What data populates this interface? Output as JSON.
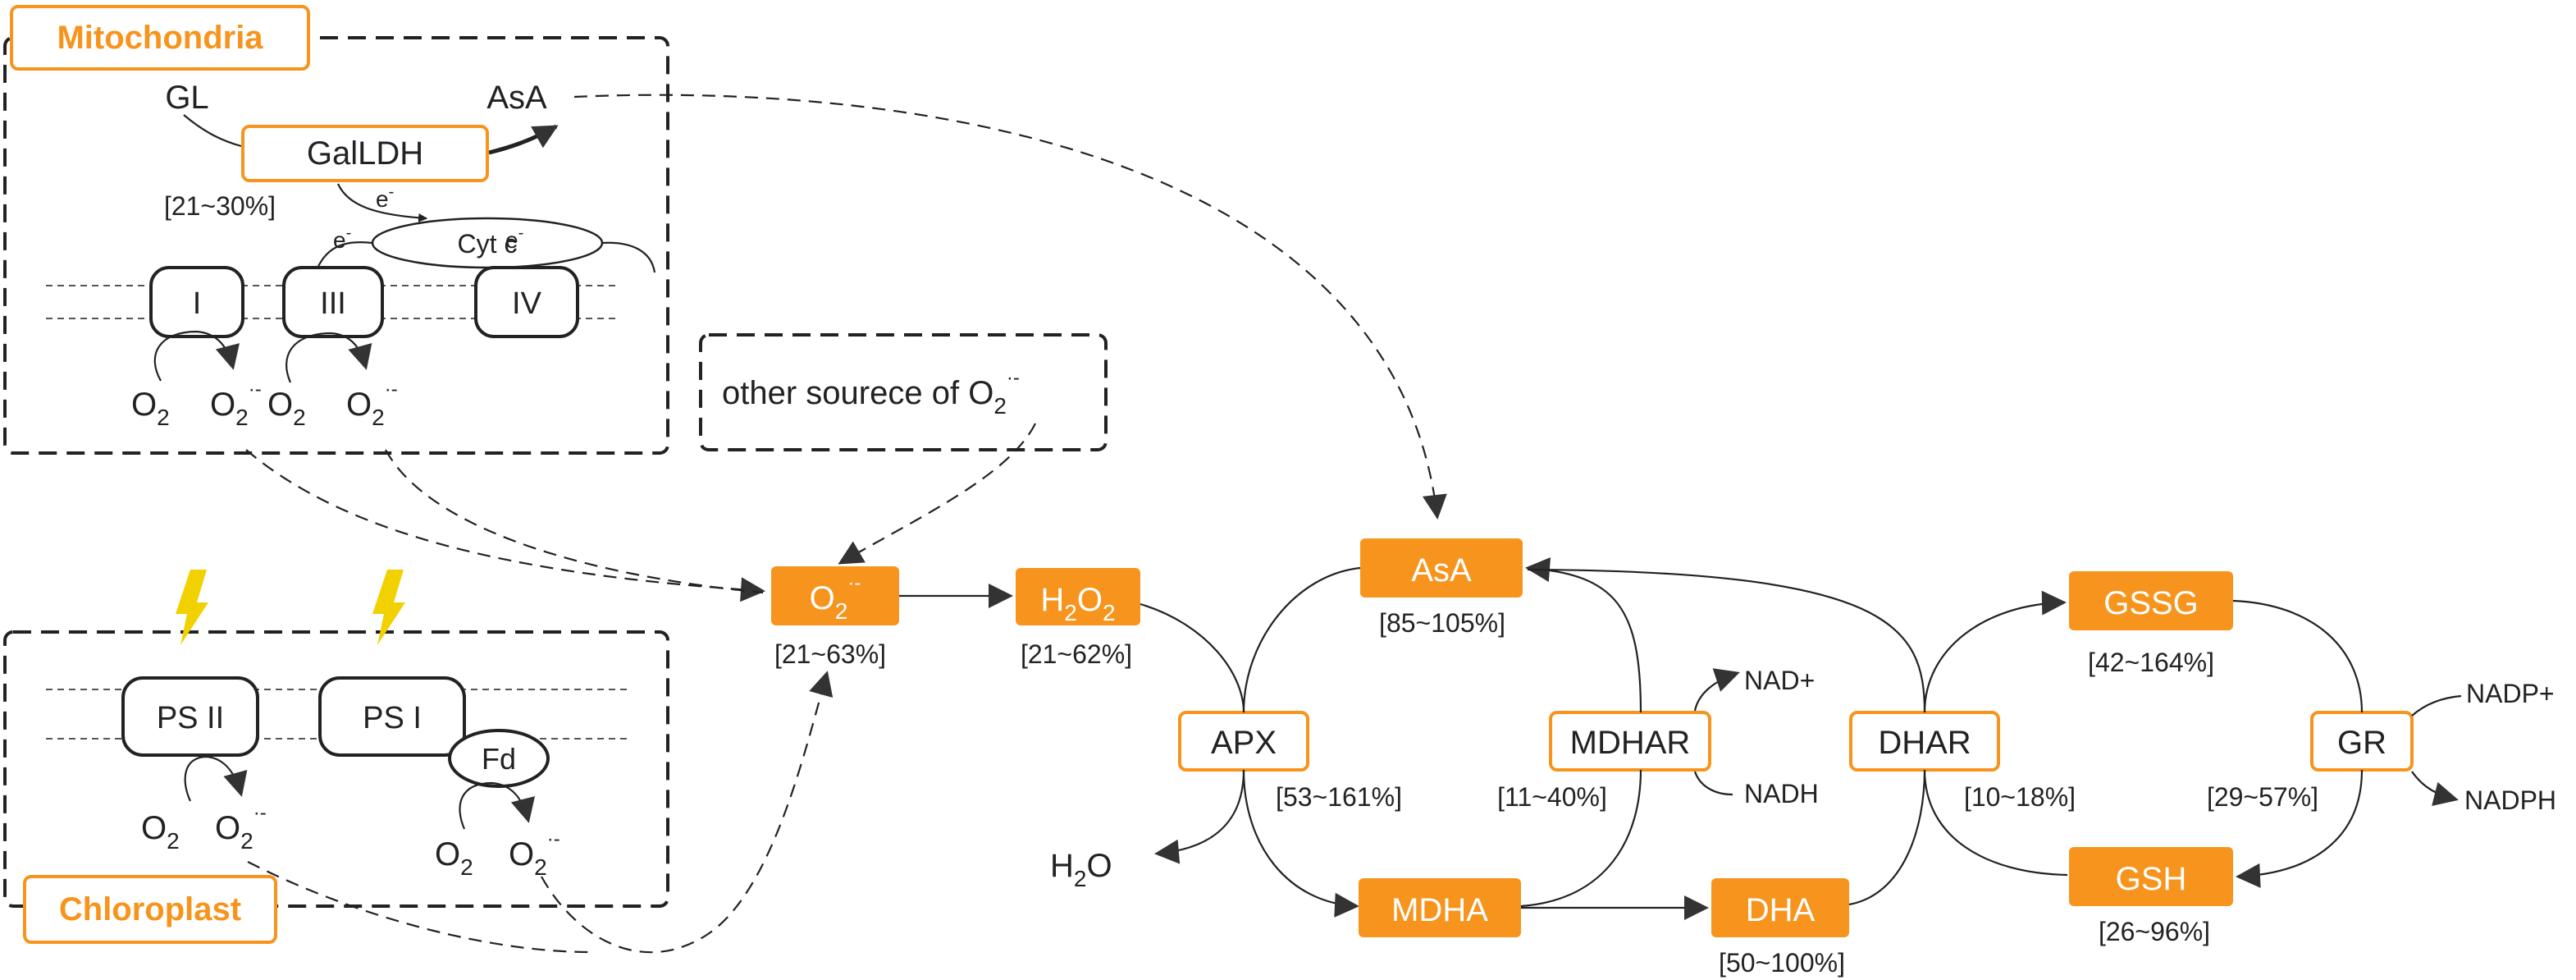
{
  "compartments": {
    "mitochondria": "Mitochondria",
    "chloroplast": "Chloroplast",
    "other_source_prefix": "other sourece of ",
    "other_source_species": "O",
    "other_source_sub": "2",
    "other_source_sup": "·-"
  },
  "mitochondria": {
    "gl": "GL",
    "enzyme": "GalLDH",
    "enzyme_range": "[21~30%]",
    "asa": "AsA",
    "cyt_c": "Cyt c",
    "electron": "e",
    "electron_sup": "-",
    "complex_1": "I",
    "complex_3": "III",
    "complex_4": "IV",
    "o2": "O",
    "o2_sub": "2",
    "superoxide_sup": "·-"
  },
  "chloroplast": {
    "ps2": "PS II",
    "ps1": "PS I",
    "fd": "Fd"
  },
  "pathway": {
    "superoxide_range": "[21~63%]",
    "h2o2_h": "H",
    "h2o2_sub": "2",
    "h2o2_o": "O",
    "h2o2_range": "[21~62%]",
    "asa": "AsA",
    "asa_range": "[85~105%]",
    "apx": "APX",
    "apx_range": "[53~161%]",
    "h2o_h": "H",
    "h2o_o": "O",
    "mdhar": "MDHAR",
    "mdhar_range": "[11~40%]",
    "nad_plus": "NAD+",
    "nadh": "NADH",
    "dhar": "DHAR",
    "dhar_range": "[10~18%]",
    "gssg": "GSSG",
    "gssg_range": "[42~164%]",
    "gr": "GR",
    "gr_range": "[29~57%]",
    "nadp_plus": "NADP+",
    "nadph": "NADPH",
    "gsh": "GSH",
    "gsh_range": "[26~96%]",
    "mdha": "MDHA",
    "dha": "DHA",
    "dha_range": "[50~100%]"
  },
  "colors": {
    "accent": "#f7941d",
    "line": "#222222",
    "bolt": "#f2d100"
  },
  "icons": [
    "lightning-bolt-icon"
  ]
}
